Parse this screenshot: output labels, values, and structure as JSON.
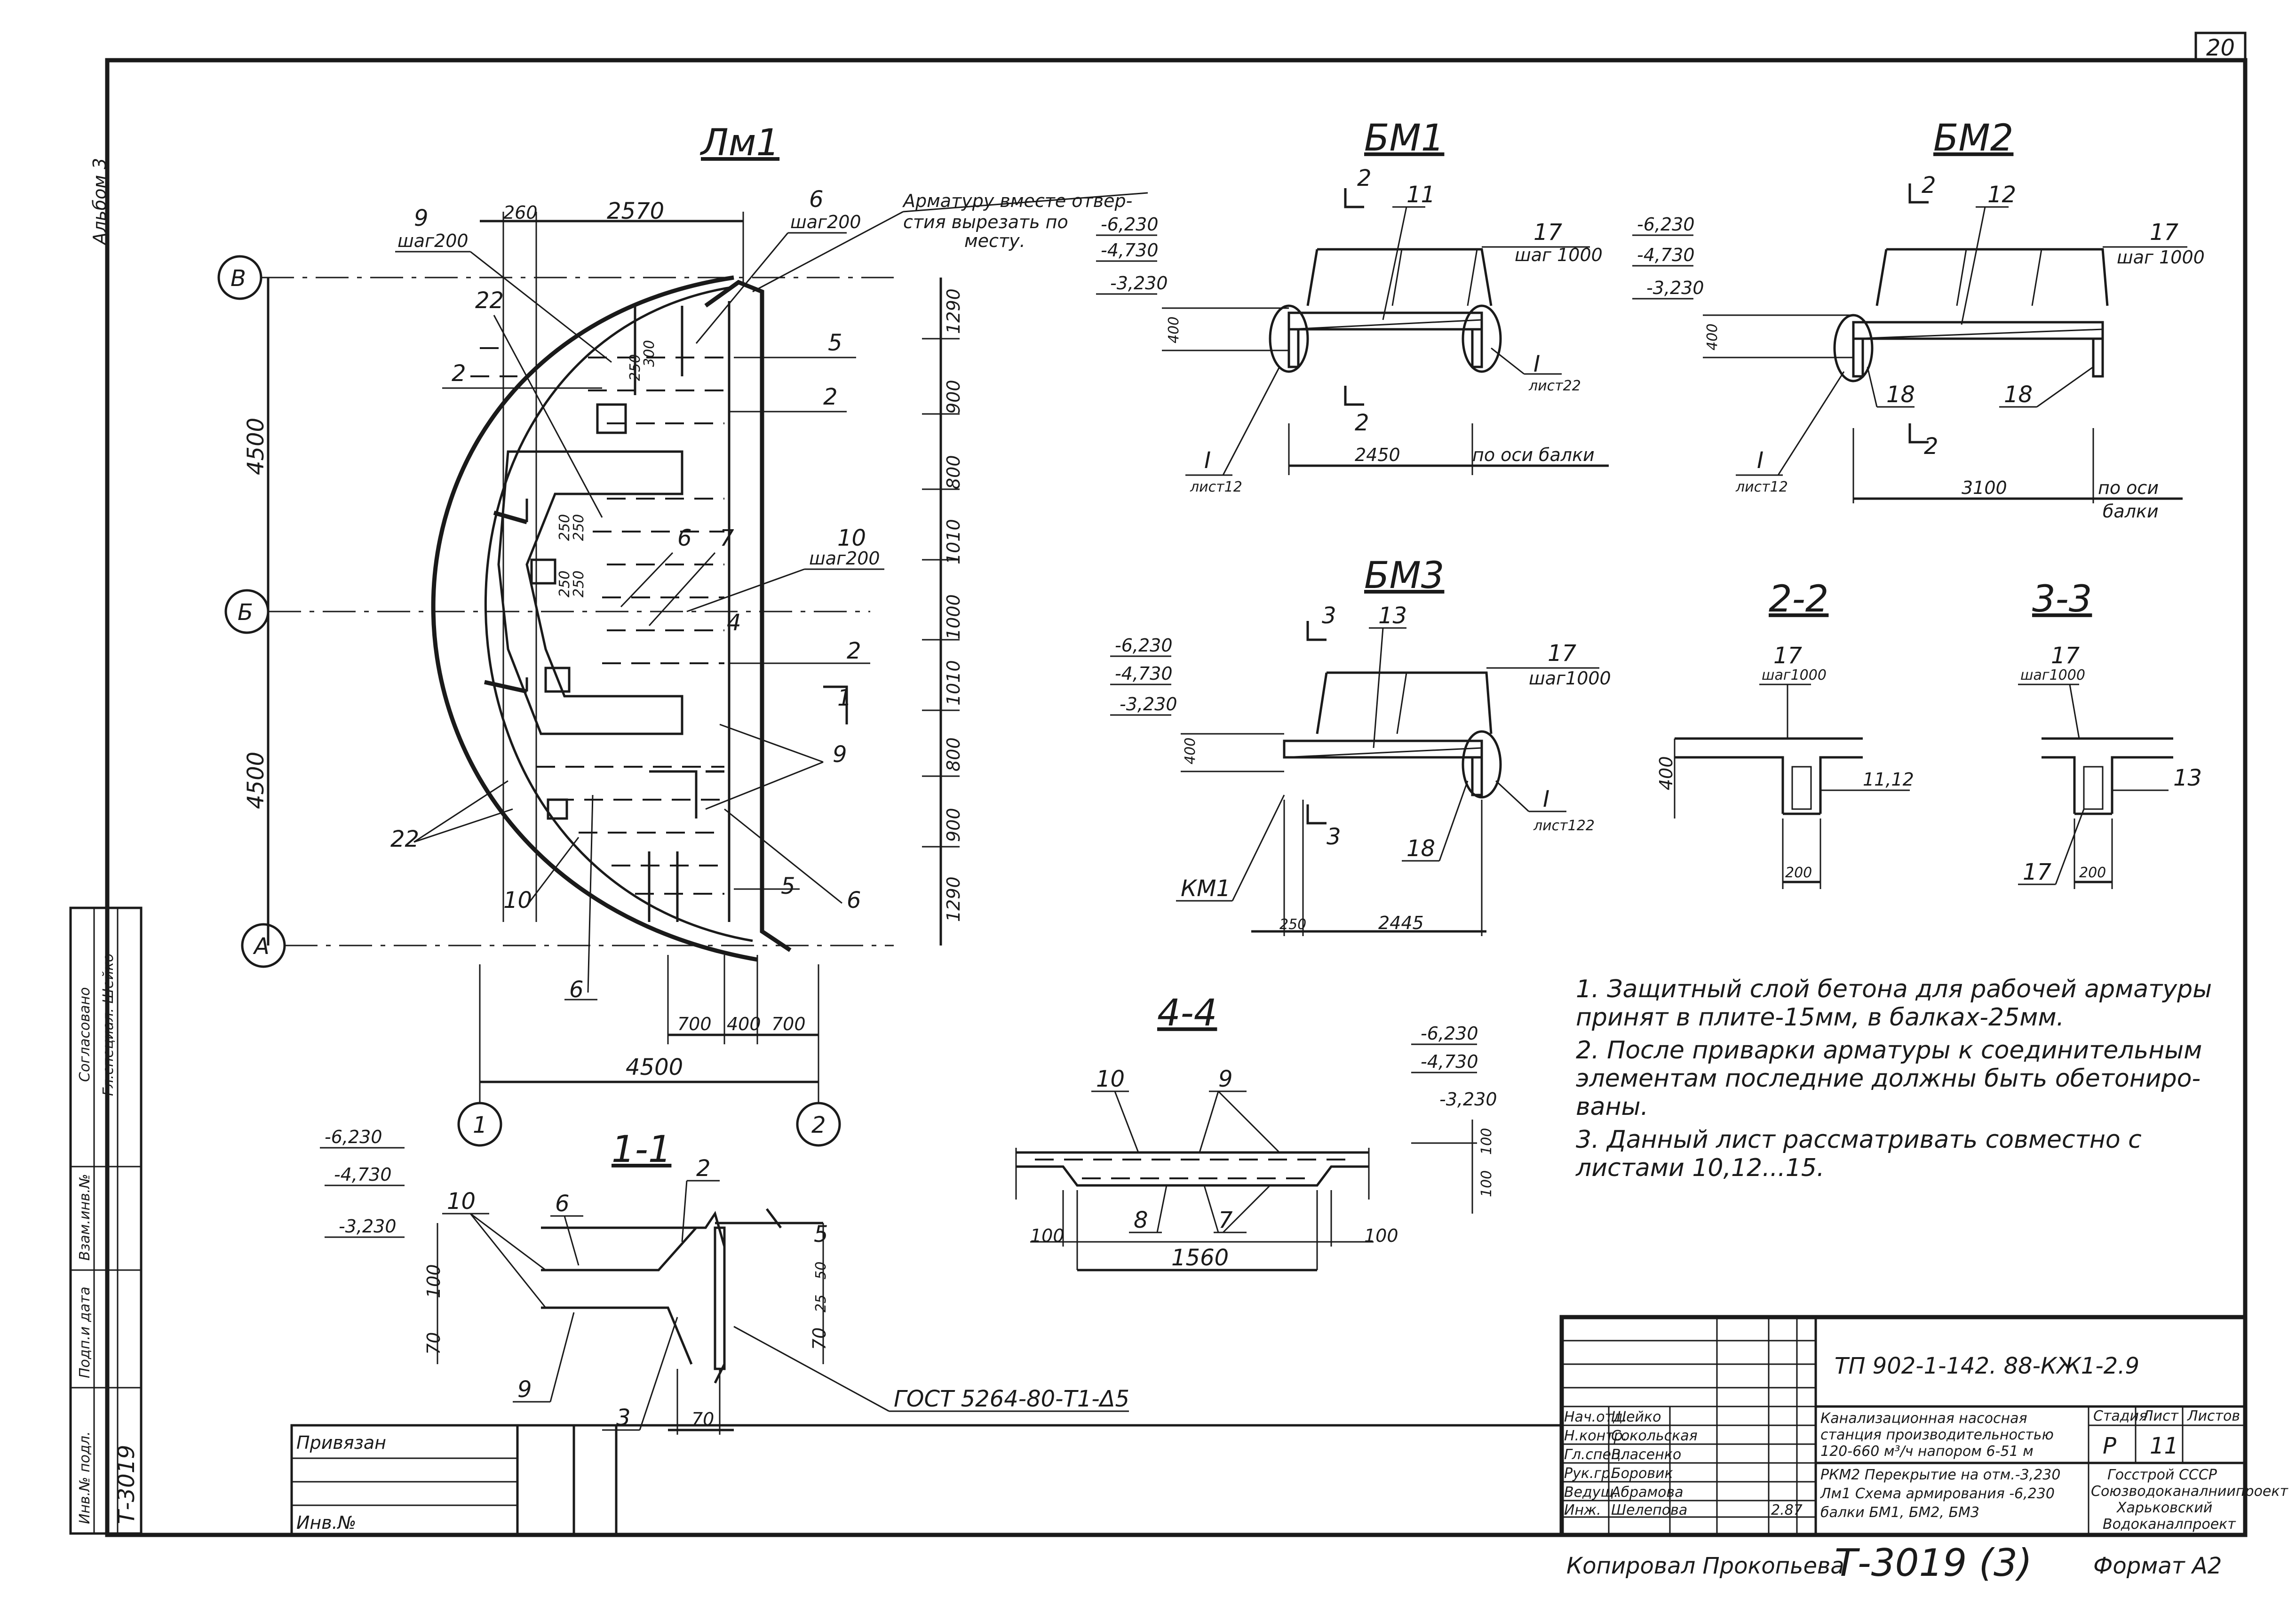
{
  "sheet_number": "20",
  "album": "Альбом 3",
  "views": {
    "lm1": {
      "title": "Лм1",
      "axes": [
        "В",
        "Б",
        "А",
        "1",
        "2"
      ],
      "dims_top": [
        "260",
        "2570"
      ],
      "dims_right": [
        "1290",
        "900",
        "800",
        "1010",
        "1000",
        "1010",
        "800",
        "900",
        "1290"
      ],
      "dims_left": [
        "4500",
        "4500"
      ],
      "dims_bottom": [
        "700",
        "400",
        "700",
        "4500"
      ],
      "sub_dims": [
        "250",
        "300",
        "250",
        "250",
        "250",
        "250"
      ],
      "callouts": {
        "c9_shag": "9\nшаг200",
        "c6_shag": "6\nшаг200",
        "c10_shag": "10\nшаг200",
        "n22": "22",
        "n2": "2",
        "n5": "5",
        "n6": "6",
        "n7": "7",
        "n4": "4",
        "n9": "9",
        "n10": "10",
        "n1": "1"
      },
      "note_cut": "Арматуру вместе отвер-\nстия вырезать по\nместу."
    },
    "bm1": {
      "title": "БМ1",
      "levels": [
        "-6,230",
        "-4,730",
        "-3,230"
      ],
      "cut": "2",
      "n11": "11",
      "n17": "17",
      "shag": "шаг 1000",
      "list22": "лист22",
      "list12": "лист12",
      "roman": "I",
      "dim400": "400",
      "dim_span": "2450",
      "po_osi": "по оси балки"
    },
    "bm2": {
      "title": "БМ2",
      "levels": [
        "-6,230",
        "-4,730",
        "-3,230"
      ],
      "cut": "2",
      "n12": "12",
      "n17": "17",
      "shag": "шаг 1000",
      "n18": "18",
      "list12": "лист12",
      "roman": "I",
      "dim400": "400",
      "dim_span": "3100",
      "po_osi": "по оси балки"
    },
    "bm3": {
      "title": "БМ3",
      "levels": [
        "-6,230",
        "-4,730",
        "-3,230"
      ],
      "cut": "3",
      "n13": "13",
      "n17": "17",
      "shag": "шаг1000",
      "n18": "18",
      "km1": "КМ1",
      "list122": "лист122",
      "roman": "I",
      "dim400": "400",
      "dims": [
        "250",
        "2445"
      ]
    },
    "s22": {
      "title": "2-2",
      "n17": "17",
      "shag": "шаг1000",
      "dim400": "400",
      "dim200": "200",
      "n1112": "11,12"
    },
    "s33": {
      "title": "3-3",
      "n17": "17",
      "shag": "шаг1000",
      "dim200": "200",
      "n13": "13",
      "n17b": "17"
    },
    "s44": {
      "title": "4-4",
      "levels": [
        "-6,230",
        "-4,730",
        "-3,230"
      ],
      "n10": "10",
      "n9": "9",
      "n8": "8",
      "n7": "7",
      "dims": [
        "100",
        "1560",
        "100"
      ],
      "dims_v": [
        "100",
        "100"
      ]
    },
    "s11": {
      "title": "1-1",
      "levels": [
        "-6,230",
        "-4,730",
        "-3,230"
      ],
      "n10": "10",
      "n6": "6",
      "n2": "2",
      "n5": "5",
      "n9": "9",
      "n3": "3",
      "dims_v": [
        "100",
        "70",
        "50",
        "25",
        "70"
      ],
      "dim70": "70",
      "gost": "ГОСТ 5264-80-Т1-Δ5"
    }
  },
  "notes": [
    "1. Защитный слой бетона для рабочей арматуры",
    "принят в плите-15мм, в балках-25мм.",
    "2. После приварки арматуры к соединительным",
    "элементам последние должны быть обетониро-",
    "ваны.",
    "3. Данный лист рассматривать совместно с",
    "листами 10,12...15."
  ],
  "stamp": {
    "code": "ТП 902-1-142. 88-КЖ1-2.9",
    "privyazan": "Привязан",
    "inv": "Инв.№",
    "rows": [
      {
        "role": "Нач.отд.",
        "name": "Шейко"
      },
      {
        "role": "Н.контр.",
        "name": "Сокольская"
      },
      {
        "role": "Гл.спец.",
        "name": "Власенко"
      },
      {
        "role": "Рук.гр.",
        "name": "Боровик"
      },
      {
        "role": "Ведущ.",
        "name": "Абрамова"
      },
      {
        "role": "Инж.",
        "name": "Шелепова"
      }
    ],
    "sign_date": "2.87",
    "desc": [
      "Канализационная насосная",
      "станция производительностью",
      "120-660 м³/ч напором 6-51 м",
      "РКМ2 Перекрытие на отм.-3,230",
      "Лм1 Схема армирования -6,230",
      "балки БМ1, БМ2, БМ3"
    ],
    "stage_label": "Стадия",
    "sheet_label": "Лист",
    "sheets_label": "Листов",
    "stage": "Р",
    "sheet": "11",
    "org": [
      "Госстрой СССР",
      "Союзводоканалниипроект",
      "Харьковский",
      "Водоканалпроект"
    ]
  },
  "side_stamp": {
    "agreed": "Согласовано",
    "lines": [
      "Гл.специал. Шейко",
      "Взам.инв.№",
      "Подп.и дата",
      "Инв.№ подл.",
      "Т-3019"
    ]
  },
  "footer": {
    "copied": "Копировал Прокопьева",
    "number": "Т-3019 (3)",
    "format": "Формат А2"
  }
}
